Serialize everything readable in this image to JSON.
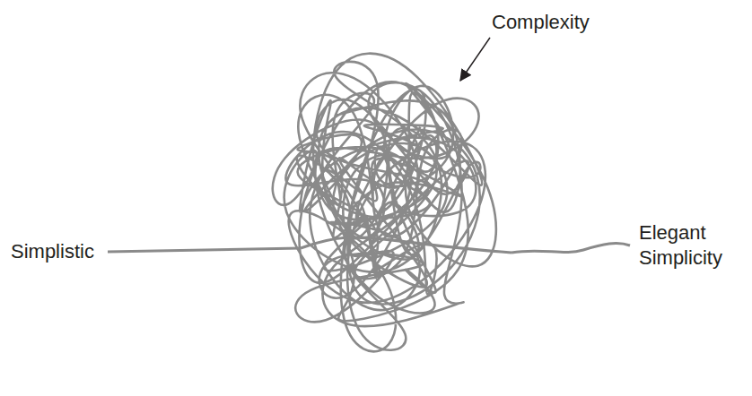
{
  "diagram": {
    "labels": [
      "Complexity",
      "Simplistic",
      "Elegant Simplicity"
    ]
  }
}
